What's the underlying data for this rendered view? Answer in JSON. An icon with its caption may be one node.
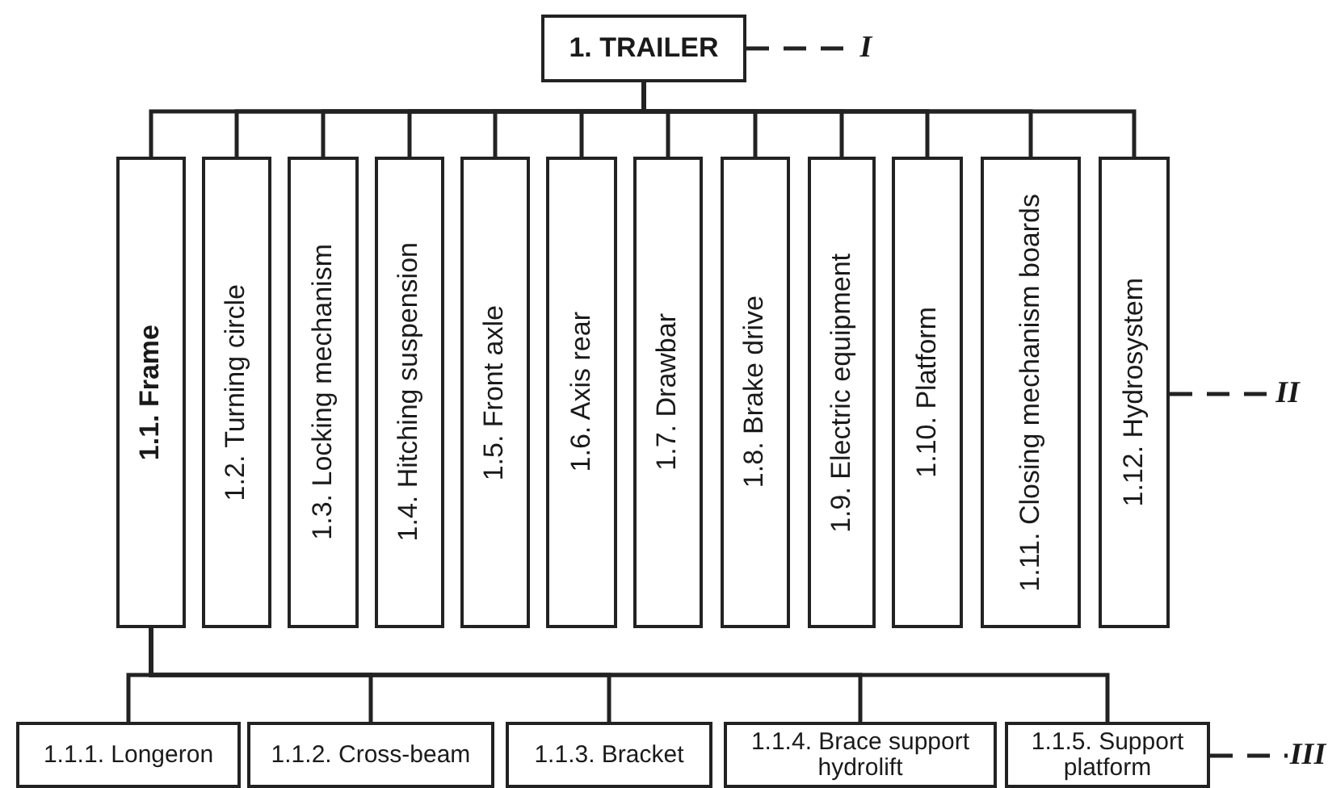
{
  "diagram": {
    "nodes": [
      {
        "text": [
          "1. TRAILER"
        ]
      },
      {
        "text": [
          "1.1. Frame"
        ]
      },
      {
        "text": [
          "1.2. Turning circle"
        ]
      },
      {
        "text": [
          "1.3. Locking mechanism"
        ]
      },
      {
        "text": [
          "1.4. Hitching suspension"
        ]
      },
      {
        "text": [
          "1.5. Front axle"
        ]
      },
      {
        "text": [
          "1.6. Axis rear"
        ]
      },
      {
        "text": [
          "1.7. Drawbar"
        ]
      },
      {
        "text": [
          "1.8. Brake drive"
        ]
      },
      {
        "text": [
          "1.9. Electric equipment"
        ]
      },
      {
        "text": [
          "1.10. Platform"
        ]
      },
      {
        "text": [
          "1.11. Closing mechanism boards"
        ]
      },
      {
        "text": [
          "1.12. Hydrosystem"
        ]
      },
      {
        "text": [
          "1.1.1. Longeron"
        ]
      },
      {
        "text": [
          "1.1.2. Cross-beam"
        ]
      },
      {
        "text": [
          "1.1.3. Bracket"
        ]
      },
      {
        "text": [
          "1.1.4. Brace support hydrolift"
        ]
      },
      {
        "text": [
          "1.1.5. Support platform"
        ]
      },
      {
        "text": [
          "I"
        ]
      },
      {
        "text": [
          "II"
        ]
      },
      {
        "text": [
          "III"
        ]
      }
    ],
    "edges": [
      {
        "from": 0,
        "to": 1,
        "arrow": "none"
      },
      {
        "from": 0,
        "to": 2,
        "arrow": "none"
      },
      {
        "from": 0,
        "to": 3,
        "arrow": "none"
      },
      {
        "from": 0,
        "to": 4,
        "arrow": "none"
      },
      {
        "from": 0,
        "to": 5,
        "arrow": "none"
      },
      {
        "from": 0,
        "to": 6,
        "arrow": "none"
      },
      {
        "from": 0,
        "to": 7,
        "arrow": "none"
      },
      {
        "from": 0,
        "to": 8,
        "arrow": "none"
      },
      {
        "from": 0,
        "to": 9,
        "arrow": "none"
      },
      {
        "from": 0,
        "to": 10,
        "arrow": "none"
      },
      {
        "from": 0,
        "to": 11,
        "arrow": "none"
      },
      {
        "from": 0,
        "to": 12,
        "arrow": "none"
      },
      {
        "from": 1,
        "to": 13,
        "arrow": "none"
      },
      {
        "from": 1,
        "to": 14,
        "arrow": "none"
      },
      {
        "from": 1,
        "to": 15,
        "arrow": "none"
      },
      {
        "from": 1,
        "to": 16,
        "arrow": "none"
      },
      {
        "from": 1,
        "to": 17,
        "arrow": "none"
      },
      {
        "from": 0,
        "to": 18,
        "arrow": "none",
        "style": "dashed"
      },
      {
        "from": 12,
        "to": 19,
        "arrow": "none",
        "style": "dashed"
      },
      {
        "from": 17,
        "to": 20,
        "arrow": "none",
        "style": "dashed"
      }
    ]
  }
}
